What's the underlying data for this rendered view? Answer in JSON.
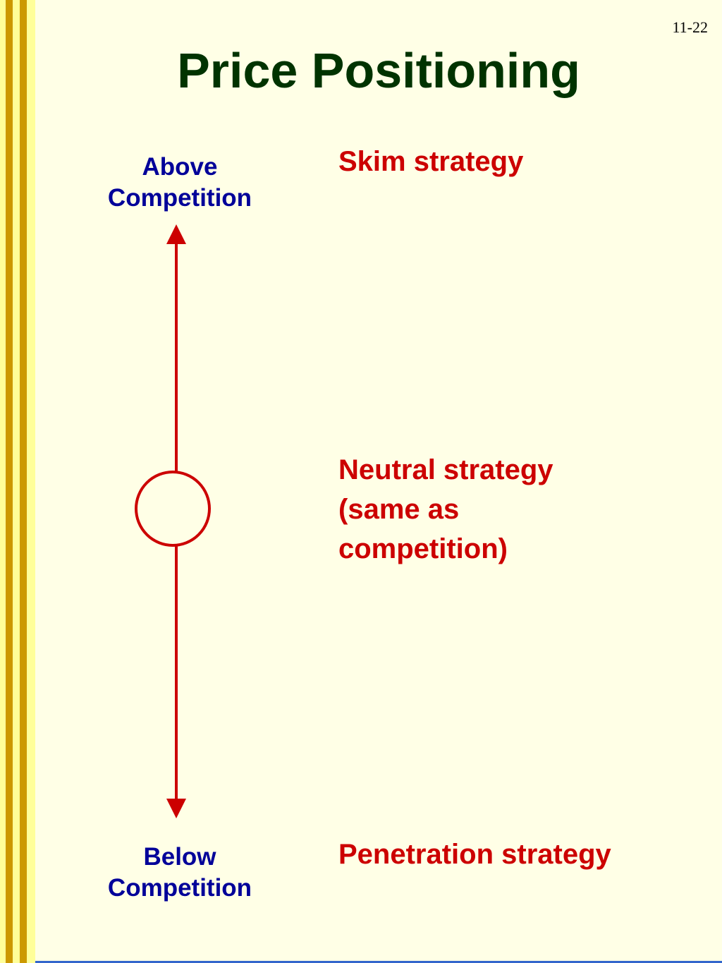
{
  "slide": {
    "number": "11-22",
    "title": "Price Positioning"
  },
  "axis": {
    "top_label_line1": "Above",
    "top_label_line2": "Competition",
    "bottom_label_line1": "Below",
    "bottom_label_line2": "Competition",
    "color": "#cc0000"
  },
  "strategies": {
    "skim": "Skim strategy",
    "neutral_line1": "Neutral strategy",
    "neutral_line2": "(same as",
    "neutral_line3": "competition)",
    "penetration": "Penetration strategy"
  },
  "colors": {
    "title": "#003300",
    "axis_labels": "#000099",
    "strategies": "#cc0000",
    "background": "#ffffe6",
    "stripe_gold": "#cc9900",
    "stripe_light": "#ffff99"
  }
}
